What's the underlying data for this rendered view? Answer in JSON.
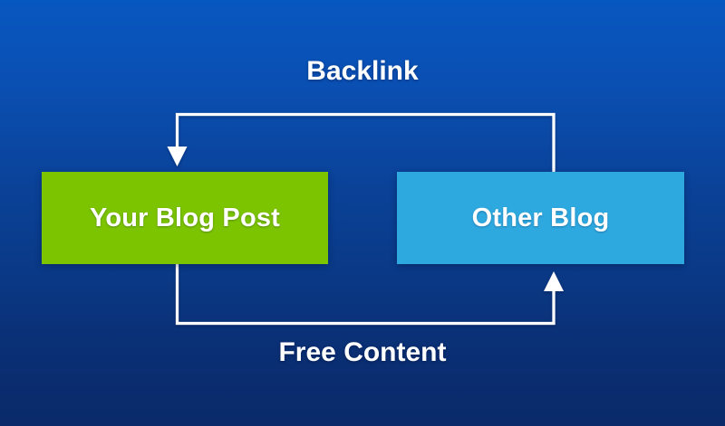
{
  "diagram": {
    "title_text": "Backlink",
    "background": {
      "gradient_top": "#0757C0",
      "gradient_bottom": "#0A2A69"
    },
    "nodes": [
      {
        "id": "your-blog-post",
        "label": "Your Blog Post",
        "fill": "#7CC400",
        "text_color": "#FFFFFF"
      },
      {
        "id": "other-blog",
        "label": "Other Blog",
        "fill": "#2EA9E0",
        "text_color": "#FFFFFF"
      }
    ],
    "edges": [
      {
        "id": "backlink",
        "label": "Backlink",
        "from": "other-blog",
        "to": "your-blog-post",
        "direction": "right-to-left",
        "position": "top",
        "stroke": "#FFFFFF",
        "arrowhead": "down-into-your-blog-post"
      },
      {
        "id": "free-content",
        "label": "Free Content",
        "from": "your-blog-post",
        "to": "other-blog",
        "direction": "left-to-right",
        "position": "bottom",
        "stroke": "#FFFFFF",
        "arrowhead": "up-into-other-blog"
      }
    ]
  }
}
